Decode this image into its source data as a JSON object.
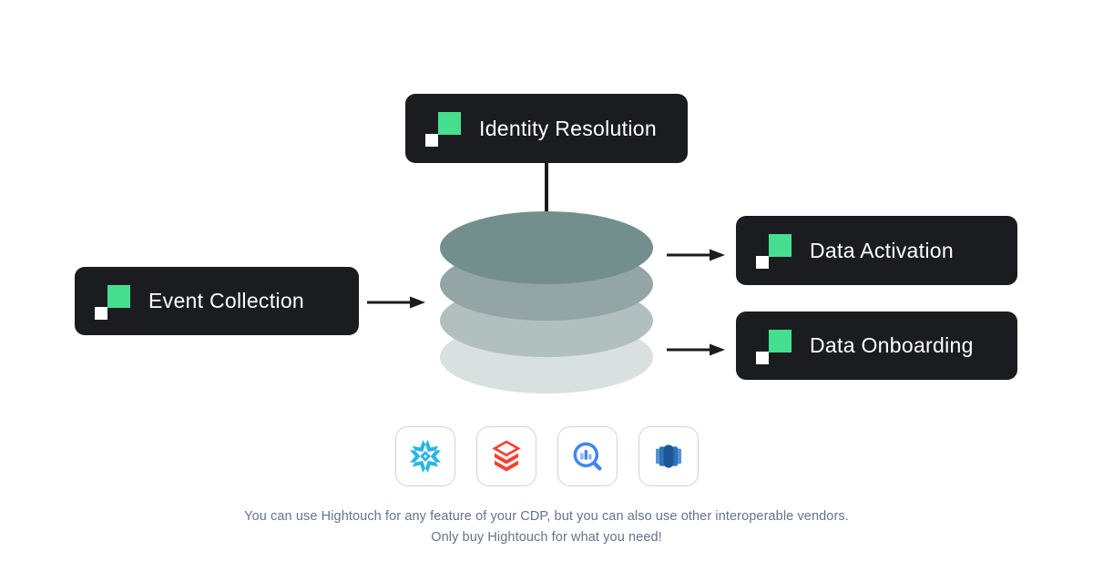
{
  "diagram": {
    "nodes": {
      "identity_resolution": {
        "label": "Identity Resolution"
      },
      "event_collection": {
        "label": "Event Collection"
      },
      "data_activation": {
        "label": "Data Activation"
      },
      "data_onboarding": {
        "label": "Data Onboarding"
      }
    },
    "brand": {
      "logo": "hightouch-logo",
      "green": "#45df8f",
      "node_background": "#1a1c1f",
      "arrow_color": "#1a1c1f"
    },
    "warehouse_stack": {
      "layer_colors": [
        "#738f8d",
        "#93a5a4",
        "#b2bfbf",
        "#d8e0e0"
      ]
    },
    "vendors": [
      {
        "name": "snowflake",
        "color": "#29b5e8"
      },
      {
        "name": "databricks",
        "color": "#ff3d2e"
      },
      {
        "name": "bigquery",
        "colors": [
          "#4285f4",
          "#8ab4f8"
        ]
      },
      {
        "name": "redshift",
        "colors": [
          "#1b5795",
          "#2d72b8",
          "#5294cf"
        ]
      }
    ],
    "caption": {
      "line1": "You can use Hightouch for any feature of your CDP, but you can also use other interoperable vendors.",
      "line2": "Only buy Hightouch for what you need!"
    }
  }
}
